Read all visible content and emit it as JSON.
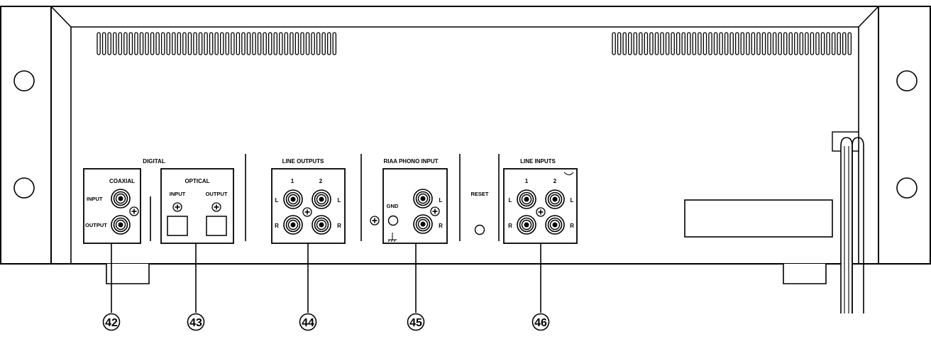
{
  "sections": {
    "digital": "DIGITAL",
    "coaxial": "COAXIAL",
    "optical": "OPTICAL",
    "line_outputs": "LINE OUTPUTS",
    "riaa_phono_input": "RIAA PHONO INPUT",
    "reset": "RESET",
    "line_inputs": "LINE INPUTS"
  },
  "labels": {
    "input": "INPUT",
    "output": "OUTPUT",
    "one": "1",
    "two": "2",
    "left": "L",
    "right": "R",
    "gnd": "GND"
  },
  "callouts": [
    "42",
    "43",
    "44",
    "45",
    "46"
  ]
}
